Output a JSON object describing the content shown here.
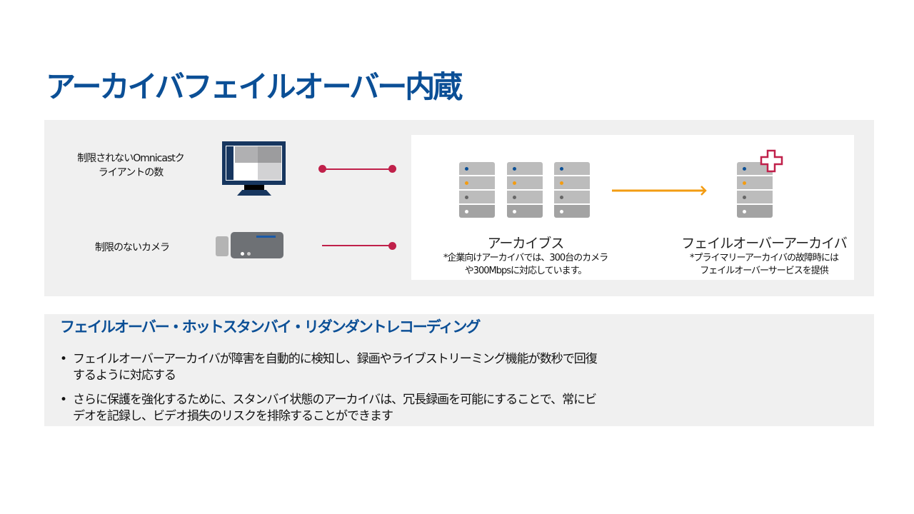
{
  "title": "アーカイバフェイルオーバー内蔵",
  "left": {
    "clients_label_1": "制限されないOmnicastク",
    "clients_label_2": "ライアントの数",
    "cameras_label": "制限のないカメラ"
  },
  "archivers": {
    "caption": "アーカイブス",
    "note_1": "*企業向けアーカイバでは、300台のカメラ",
    "note_2": "や300Mbpsに対応しています。"
  },
  "failover": {
    "caption": "フェイルオーバーアーカイバ",
    "note_1": "*プライマリーアーカイバの故障時には",
    "note_2": "フェイルオーバーサービスを提供"
  },
  "section": {
    "subtitle": "フェイルオーバー・ホットスタンバイ・リダンダントレコーディング",
    "bullets": [
      {
        "line1": "フェイルオーバーアーカイバが障害を自動的に検知し、録画やライブストリーミング機能が数秒で回復",
        "line2": "するように対応する"
      },
      {
        "line1": "さらに保護を強化するために、スタンバイ状態のアーカイバは、冗長録画を可能にすることで、常にビ",
        "line2": "デオを記録し、ビデオ損失のリスクを排除することができます"
      }
    ]
  },
  "colors": {
    "brand": "#0b4f96",
    "connector": "#c0204a",
    "arrow": "#f39c12"
  }
}
